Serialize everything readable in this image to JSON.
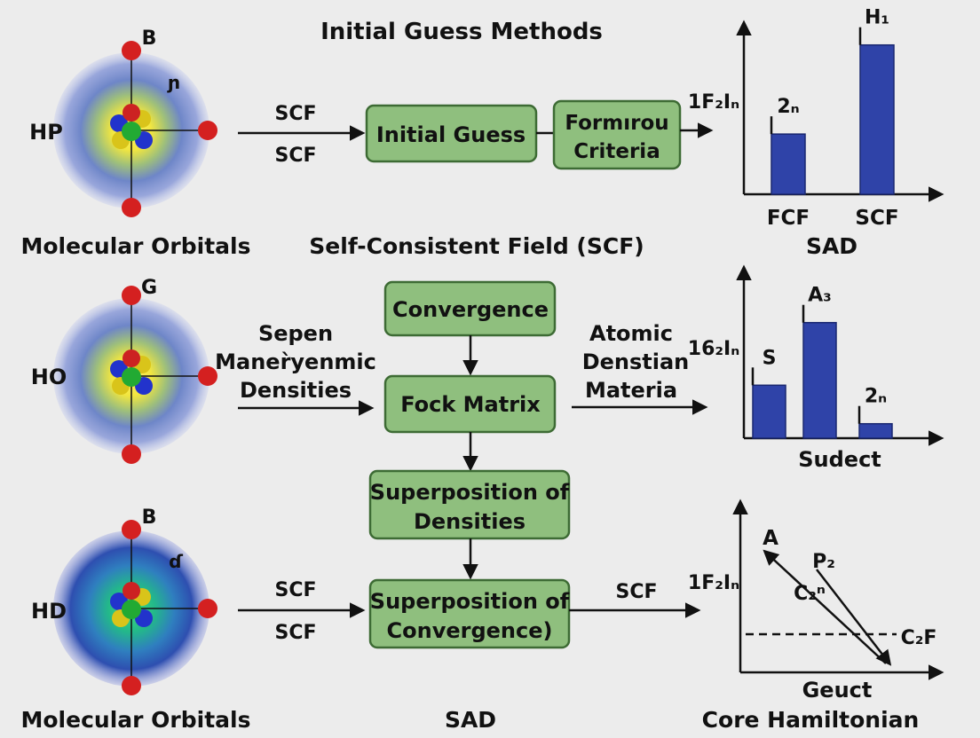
{
  "title": "Initial Guess  Methods",
  "rows": [
    {
      "atom": {
        "top": "B",
        "left": "HP",
        "side": "ɲ",
        "style": "yellow"
      },
      "row_label": "Molecular Orbitals",
      "in_labels": [
        "SCF",
        "SCF"
      ],
      "boxes": [
        "Initial Guess",
        "Formırou Criteria"
      ],
      "center_label": "Self-Consistent Field (SCF)",
      "out_label": "1F₂Iₙ",
      "chart_caption": "SAD"
    },
    {
      "atom": {
        "top": "G",
        "left": "HO",
        "side": "",
        "style": "yellow"
      },
      "in_labels": [
        "Sepen",
        "Maner̀yenmic",
        "Densities"
      ],
      "boxes": [
        "Convergence",
        "Fock Matrix"
      ],
      "out_labels": [
        "Atomic",
        "Denstian",
        "Materia"
      ],
      "chart_ylabel": "16₂Iₙ",
      "chart_caption": "Sudect"
    },
    {
      "atom": {
        "top": "B",
        "left": "HD",
        "side": "ɗ",
        "style": "green"
      },
      "row_label": "Molecular Orbitals",
      "in_labels": [
        "SCF",
        "SCF"
      ],
      "boxes": [
        "Superposition of Densities",
        "Superposition of Convergence)"
      ],
      "center_label": "SAD",
      "out_label": "SCF",
      "chart_ylabel": "1F₂Iₙ",
      "chart_axis_label": "Geuct",
      "chart_caption": "Core Hamiltonian"
    }
  ],
  "chart_data": [
    {
      "type": "bar",
      "categories": [
        "FCF",
        "SCF"
      ],
      "values": [
        2.5,
        6.2
      ],
      "bar_labels": [
        "2ₙ",
        "H₁"
      ],
      "ylim": [
        0,
        7
      ],
      "caption": "SAD"
    },
    {
      "type": "bar",
      "categories": [
        "",
        "",
        ""
      ],
      "values": [
        2.2,
        4.8,
        0.6
      ],
      "bar_labels": [
        "S",
        "A₃",
        "2ₙ"
      ],
      "ylim": [
        0,
        7
      ],
      "ylabel": "16₂Iₙ",
      "xlabel": "Sudect"
    },
    {
      "type": "line",
      "arrow_labels": [
        "A",
        "P₂",
        "C₂ⁿ"
      ],
      "hline_label": "C₂F",
      "ylabel": "1F₂Iₙ",
      "xlabel": "Geuct",
      "caption": "Core Hamiltonian"
    }
  ]
}
